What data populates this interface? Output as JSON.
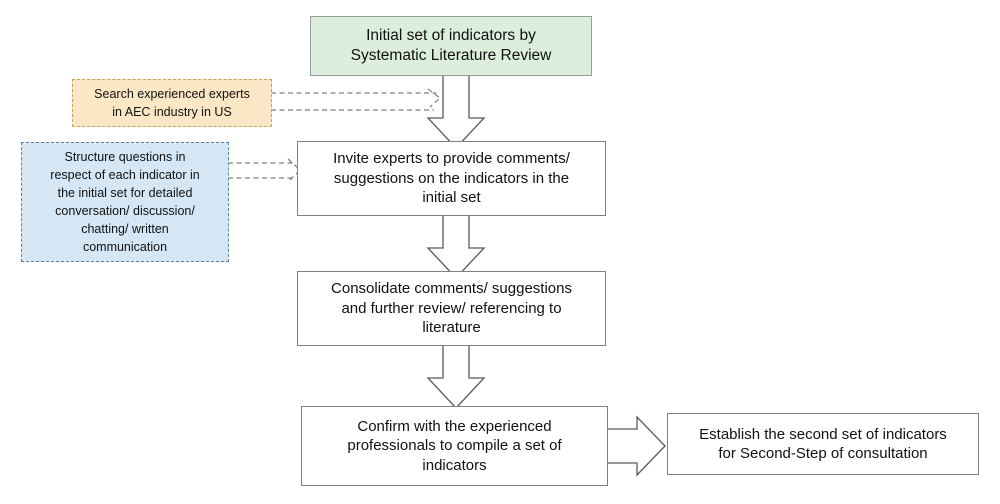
{
  "diagram": {
    "title": "Two-step expert consultation flow for indicator development",
    "colors": {
      "start_fill": "#dceedc",
      "process_fill": "#ffffff",
      "process_border": "#808080",
      "note_orange_fill": "#fbe7c6",
      "note_orange_border": "#c8a15a",
      "note_blue_fill": "#d5e7f5",
      "note_blue_border": "#5f7fa5",
      "arrow_stroke": "#595959",
      "connector_stroke": "#7f7f7f"
    },
    "nodes": [
      {
        "id": "initial-set",
        "kind": "start",
        "text": "Initial set of indicators by\nSystematic Literature Review"
      },
      {
        "id": "search-experts",
        "kind": "note-orange",
        "text": "Search experienced experts\nin AEC industry in US"
      },
      {
        "id": "structure-questions",
        "kind": "note-blue",
        "text": "Structure questions in\nrespect of each indicator in\nthe initial set for detailed\nconversation/ discussion/\nchatting/ written\ncommunication"
      },
      {
        "id": "invite-experts",
        "kind": "process",
        "text": "Invite experts to provide comments/\nsuggestions on the indicators in the\ninitial set"
      },
      {
        "id": "consolidate-comments",
        "kind": "process",
        "text": "Consolidate comments/ suggestions\nand further review/ referencing to\nliterature"
      },
      {
        "id": "confirm-professionals",
        "kind": "process",
        "text": "Confirm with the experienced\nprofessionals to compile a set of\nindicators"
      },
      {
        "id": "second-set",
        "kind": "process",
        "text": "Establish the second set of indicators\nfor Second-Step of consultation"
      }
    ],
    "connectors": [
      {
        "id": "arrow-initial-to-invite",
        "type": "block-arrow-down"
      },
      {
        "id": "arrow-invite-to-consolidate",
        "type": "block-arrow-down"
      },
      {
        "id": "arrow-consolidate-to-confirm",
        "type": "block-arrow-down"
      },
      {
        "id": "arrow-confirm-to-second-set",
        "type": "block-arrow-right"
      },
      {
        "id": "dashed-search-to-arrow",
        "type": "dashed-double-line-right"
      },
      {
        "id": "dashed-structure-to-invite",
        "type": "dashed-double-line-right"
      }
    ]
  }
}
